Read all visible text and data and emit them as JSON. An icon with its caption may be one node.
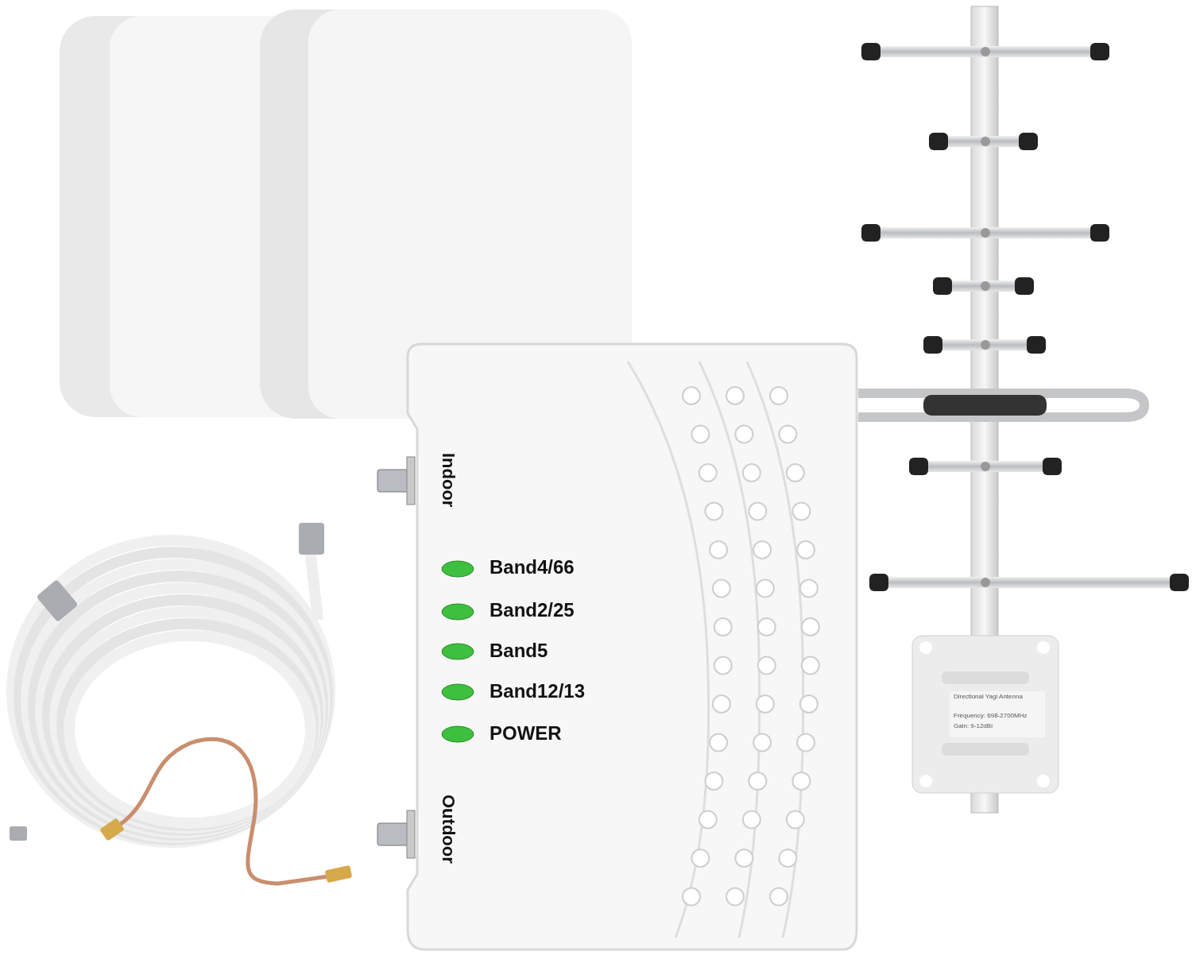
{
  "diagram": {
    "labels": [
      "Indoor",
      "Band4/66",
      "Band2/25",
      "Band5",
      "Band12/13",
      "POWER",
      "Outdoor",
      "Directional Yagi Antenna",
      "Frequency: 698-2700MHz",
      "Gain: 9-12dBi"
    ]
  }
}
